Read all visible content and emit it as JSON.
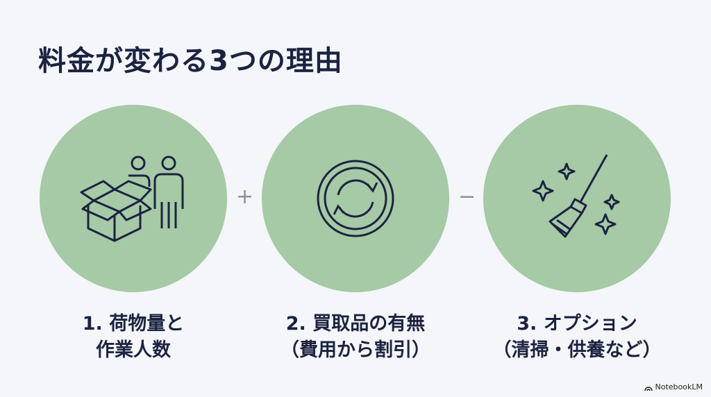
{
  "title": "料金が変わる3つの理由",
  "items": [
    {
      "line1": "1. 荷物量と",
      "line2": "作業人数",
      "icon": "box-and-people-icon"
    },
    {
      "line1": "2. 買取品の有無",
      "line2": "（費用から割引）",
      "icon": "refresh-cycle-icon"
    },
    {
      "line1": "3. オプション",
      "line2": "（清掃・供養など）",
      "icon": "broom-sparkle-icon"
    }
  ],
  "operators": [
    "+",
    "−"
  ],
  "brand": "NotebookLM",
  "colors": {
    "circle": "#a6c9a6",
    "ink": "#1b2340",
    "background": "#f4f6fa"
  }
}
